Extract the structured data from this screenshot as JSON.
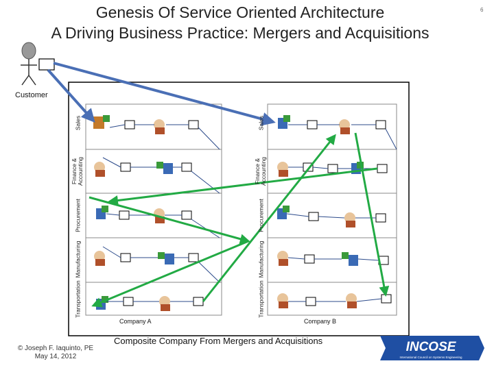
{
  "title": {
    "line1": "Genesis Of Service Oriented Architecture",
    "line2": "A Driving Business Practice: Mergers and Acquisitions"
  },
  "slide_number": "6",
  "customer": {
    "label": "Customer",
    "icon": "stick-figure-icon"
  },
  "lanes": {
    "sales": "Sales",
    "finance_line1": "Finance &",
    "finance_line2": "Accounting",
    "procurement": "Procurement",
    "manufacturing": "Manufacturing",
    "transportation": "Transportation"
  },
  "companies": {
    "a": "Company A",
    "b": "Company B"
  },
  "caption": "Composite Company From Mergers and Acquisitions",
  "copyright": {
    "line1": "© Joseph F. Iaquinto, PE",
    "line2": "May 14, 2012"
  },
  "logo": {
    "name": "INCOSE",
    "tagline": "International Council on Systems Engineering"
  },
  "colors": {
    "blue_arrow": "#4a6fb5",
    "green_arrow": "#22aa44",
    "lane_line": "#888888",
    "logo_blue": "#1f4fa3"
  }
}
